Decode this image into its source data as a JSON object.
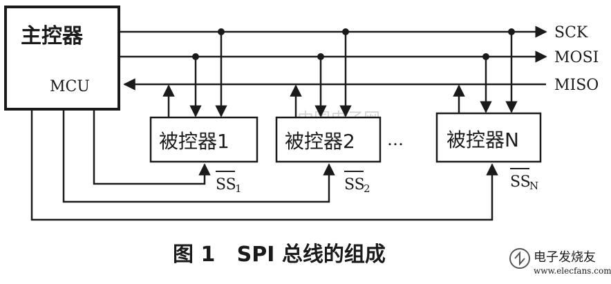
{
  "master": {
    "title": "主控器",
    "subtitle": "MCU"
  },
  "slaves": [
    {
      "label": "被控器1",
      "ss_main": "SS",
      "ss_sub": "1"
    },
    {
      "label": "被控器2",
      "ss_main": "SS",
      "ss_sub": "2"
    },
    {
      "label": "被控器N",
      "ss_main": "SS",
      "ss_sub": "N"
    }
  ],
  "ellipsis": "…",
  "signals": {
    "sck": "SCK",
    "mosi": "MOSI",
    "miso": "MISO"
  },
  "caption": "图 1   SPI 总线的组成",
  "watermark": {
    "text_cn": "中国电子网",
    "brand": "电子发烧友",
    "site": "www.elecfans.com"
  }
}
